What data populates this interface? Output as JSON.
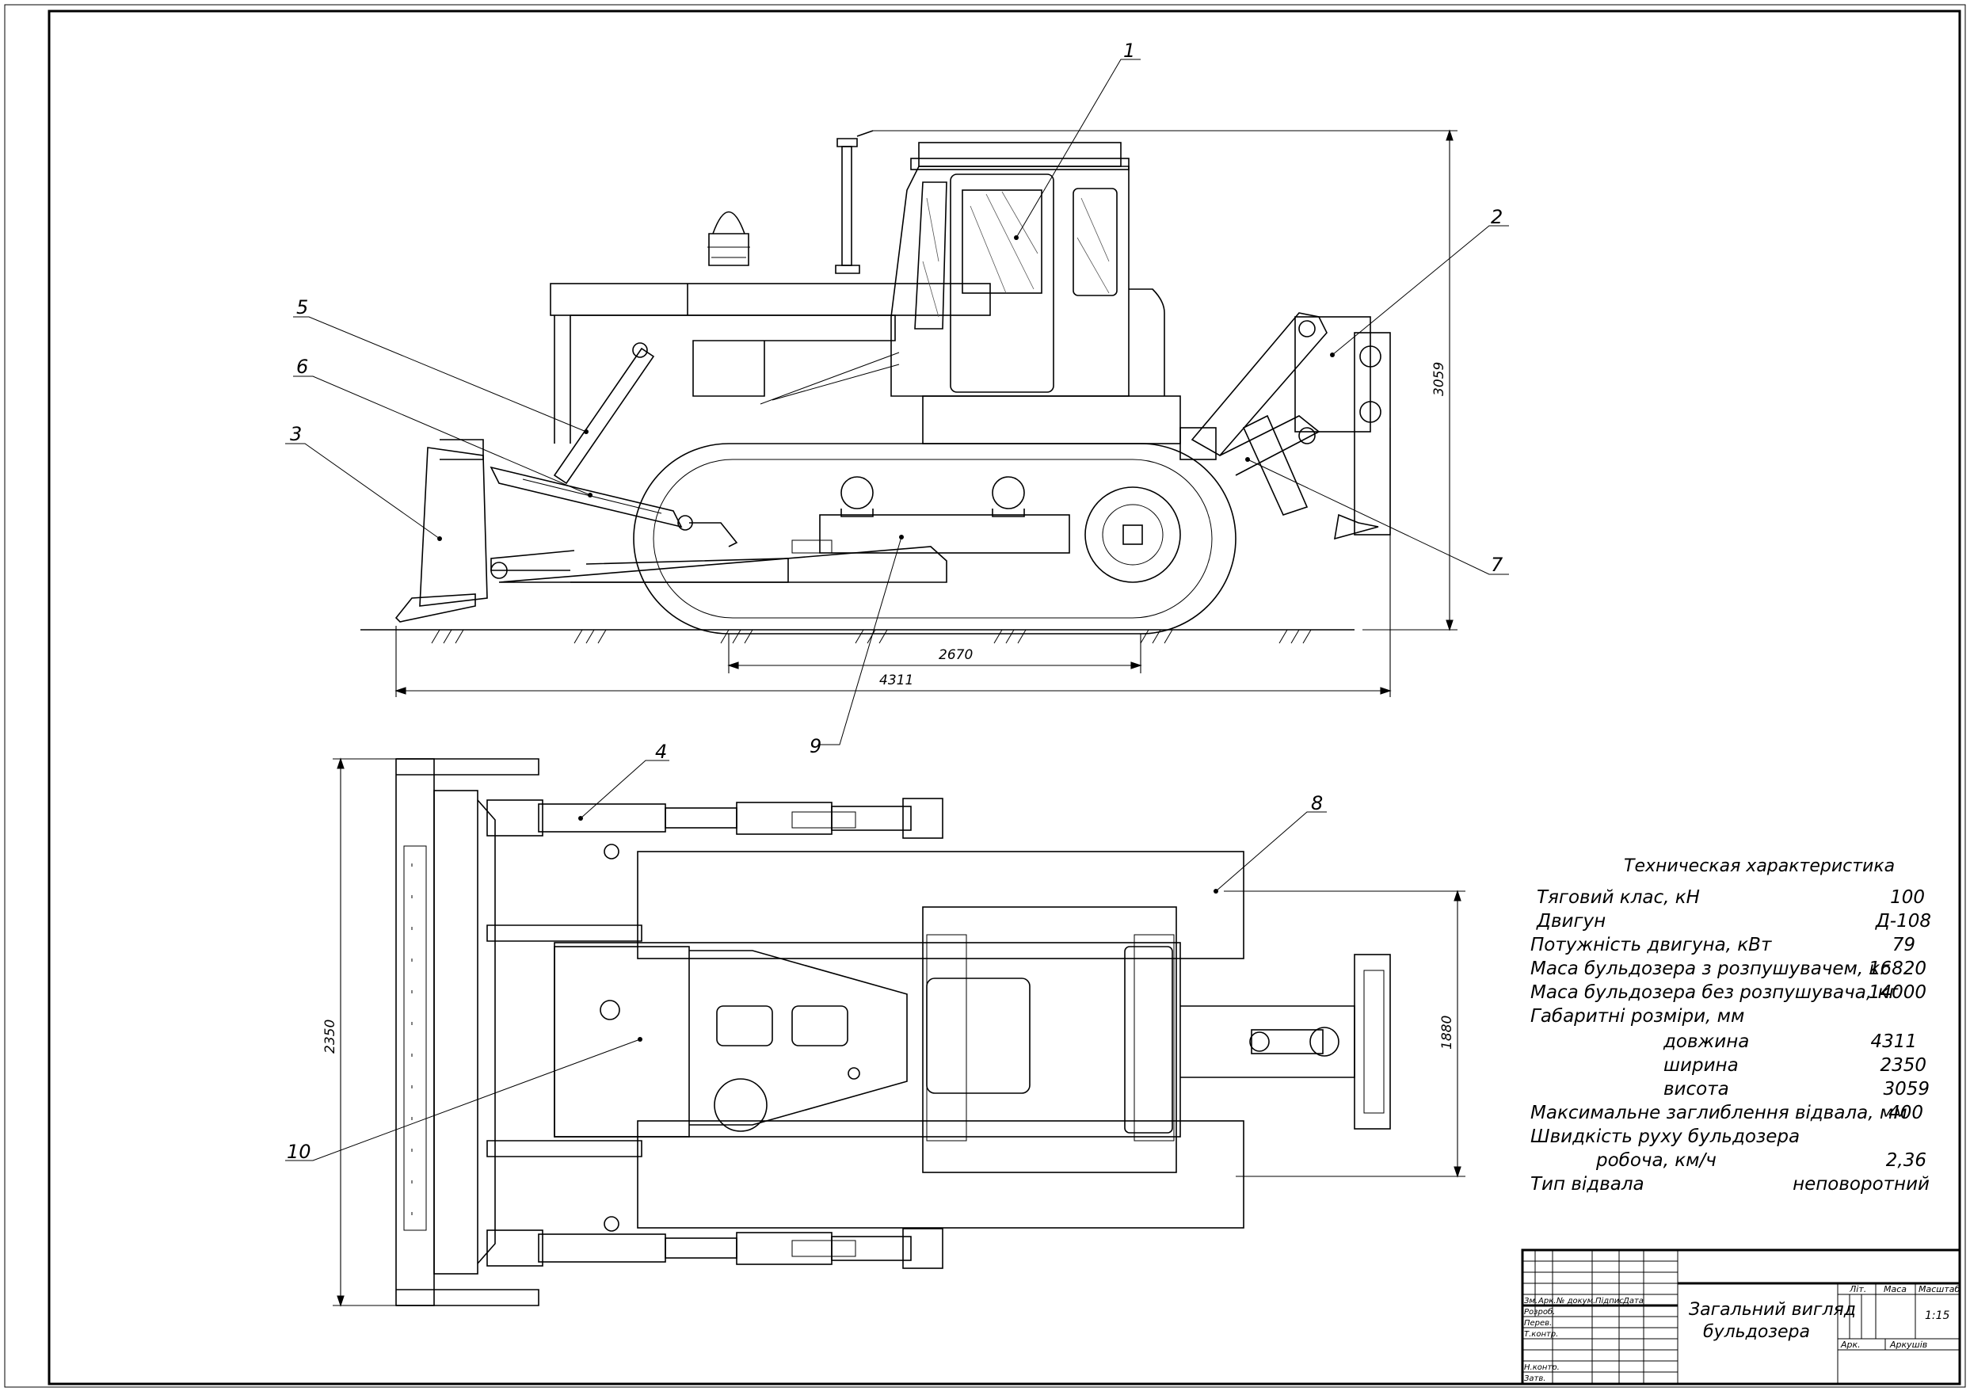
{
  "side_view": {
    "callouts": [
      "1",
      "2",
      "3",
      "5",
      "6",
      "7",
      "9"
    ],
    "dim_track_base": "2670",
    "dim_length": "4311",
    "dim_height": "3059"
  },
  "plan_view": {
    "callouts": [
      "4",
      "8",
      "10"
    ],
    "dim_width": "2350",
    "dim_track_gauge": "1880"
  },
  "spec_table": {
    "title": "Техническая характеристика",
    "rows": [
      {
        "label": "Тяговий клас, кН",
        "value": "100"
      },
      {
        "label": "Двигун",
        "value": "Д-108"
      },
      {
        "label": "Потужність двигуна, кВт",
        "value": "79"
      },
      {
        "label": "Маса бульдозера з розпушувачем, кг",
        "value": "16820"
      },
      {
        "label": "Маса бульдозера без розпушувача, кг",
        "value": "14000"
      },
      {
        "label": "Габаритні розміри, мм",
        "value": ""
      },
      {
        "label": "довжина",
        "value": "4311"
      },
      {
        "label": "ширина",
        "value": "2350"
      },
      {
        "label": "висота",
        "value": "3059"
      },
      {
        "label": "Максимальне заглиблення відвала, мм",
        "value": "400"
      },
      {
        "label": "Швидкість руху бульдозера",
        "value": ""
      },
      {
        "label": "робоча, км/ч",
        "value": "2,36"
      },
      {
        "label": "Тип відвала",
        "value": "неповоротний"
      }
    ]
  },
  "title_block": {
    "drawing_title_line1": "Загальний вигляд",
    "drawing_title_line2": "бульдозера",
    "col_headers": [
      "Зм.",
      "Арк.",
      "№ докум.",
      "Підпис",
      "Дата"
    ],
    "row_labels": [
      "Розроб.",
      "Перев.",
      "Т.контр.",
      "Н.контр.",
      "Затв."
    ],
    "lit_label": "Літ.",
    "mass_label": "Маса",
    "scale_label": "Масштаб",
    "scale_value": "1:15",
    "sheet_label": "Арк.",
    "sheets_label": "Аркушів"
  }
}
